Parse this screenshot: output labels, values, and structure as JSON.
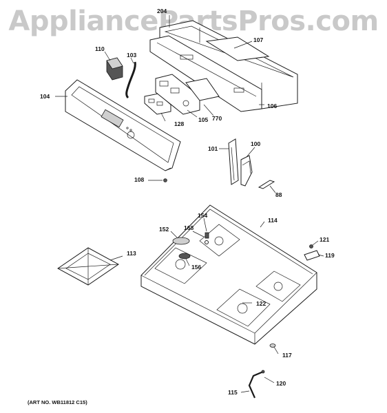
{
  "watermark": "AppliancePartsPros.com",
  "art_number": "(ART NO. WB11812 C15)",
  "callouts": [
    "204",
    "107",
    "110",
    "103",
    "104",
    "106",
    "770",
    "105",
    "128",
    "101",
    "100",
    "88",
    "108",
    "114",
    "154",
    "168",
    "152",
    "156",
    "113",
    "121",
    "119",
    "122",
    "117",
    "120",
    "115"
  ]
}
